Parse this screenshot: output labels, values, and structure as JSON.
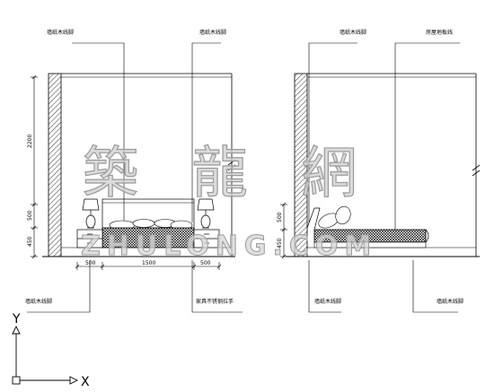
{
  "watermark": {
    "chinese": "築 龍 網",
    "latin": "ZHULONG.COM"
  },
  "left_elevation": {
    "label_top_left": "墙纸木线脚",
    "label_top_right": "墙纸木线脚",
    "label_bottom_left": "墙纸木线脚",
    "label_bottom_right": "家具不锈钢拉手",
    "dim_height_1": "2200",
    "dim_height_2": "500",
    "dim_height_3": "450",
    "dim_width_1": "500",
    "dim_width_2": "1500",
    "dim_width_3": "500"
  },
  "right_elevation": {
    "label_top_left": "墙纸木线脚",
    "label_top_right": "房屋地板线",
    "label_bottom_left": "墙纸木线脚",
    "label_bottom_right": "墙纸木线脚",
    "dim_height_1": "500",
    "dim_height_2": "450"
  },
  "ucs": {
    "x_label": "X",
    "y_label": "Y"
  }
}
